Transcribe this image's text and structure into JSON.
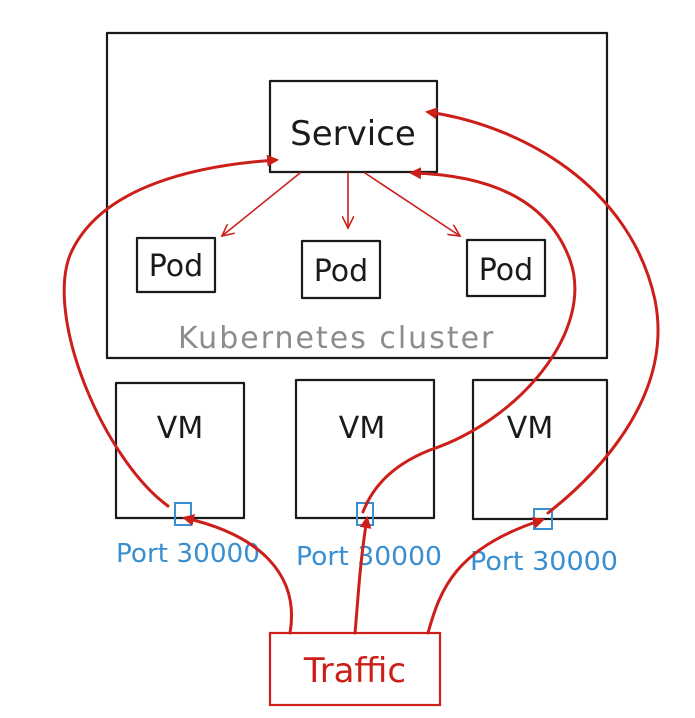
{
  "service_label": "Service",
  "pod_label": "Pod",
  "cluster_label": "Kubernetes cluster",
  "vm_label": "VM",
  "port_label": "Port 30000",
  "traffic_label": "Traffic",
  "colors": {
    "arrow_red": "#cc1f1a",
    "port_blue": "#3a8fd0",
    "cluster_text_gray": "#8c8c8c",
    "ink": "#1a1a1a"
  }
}
